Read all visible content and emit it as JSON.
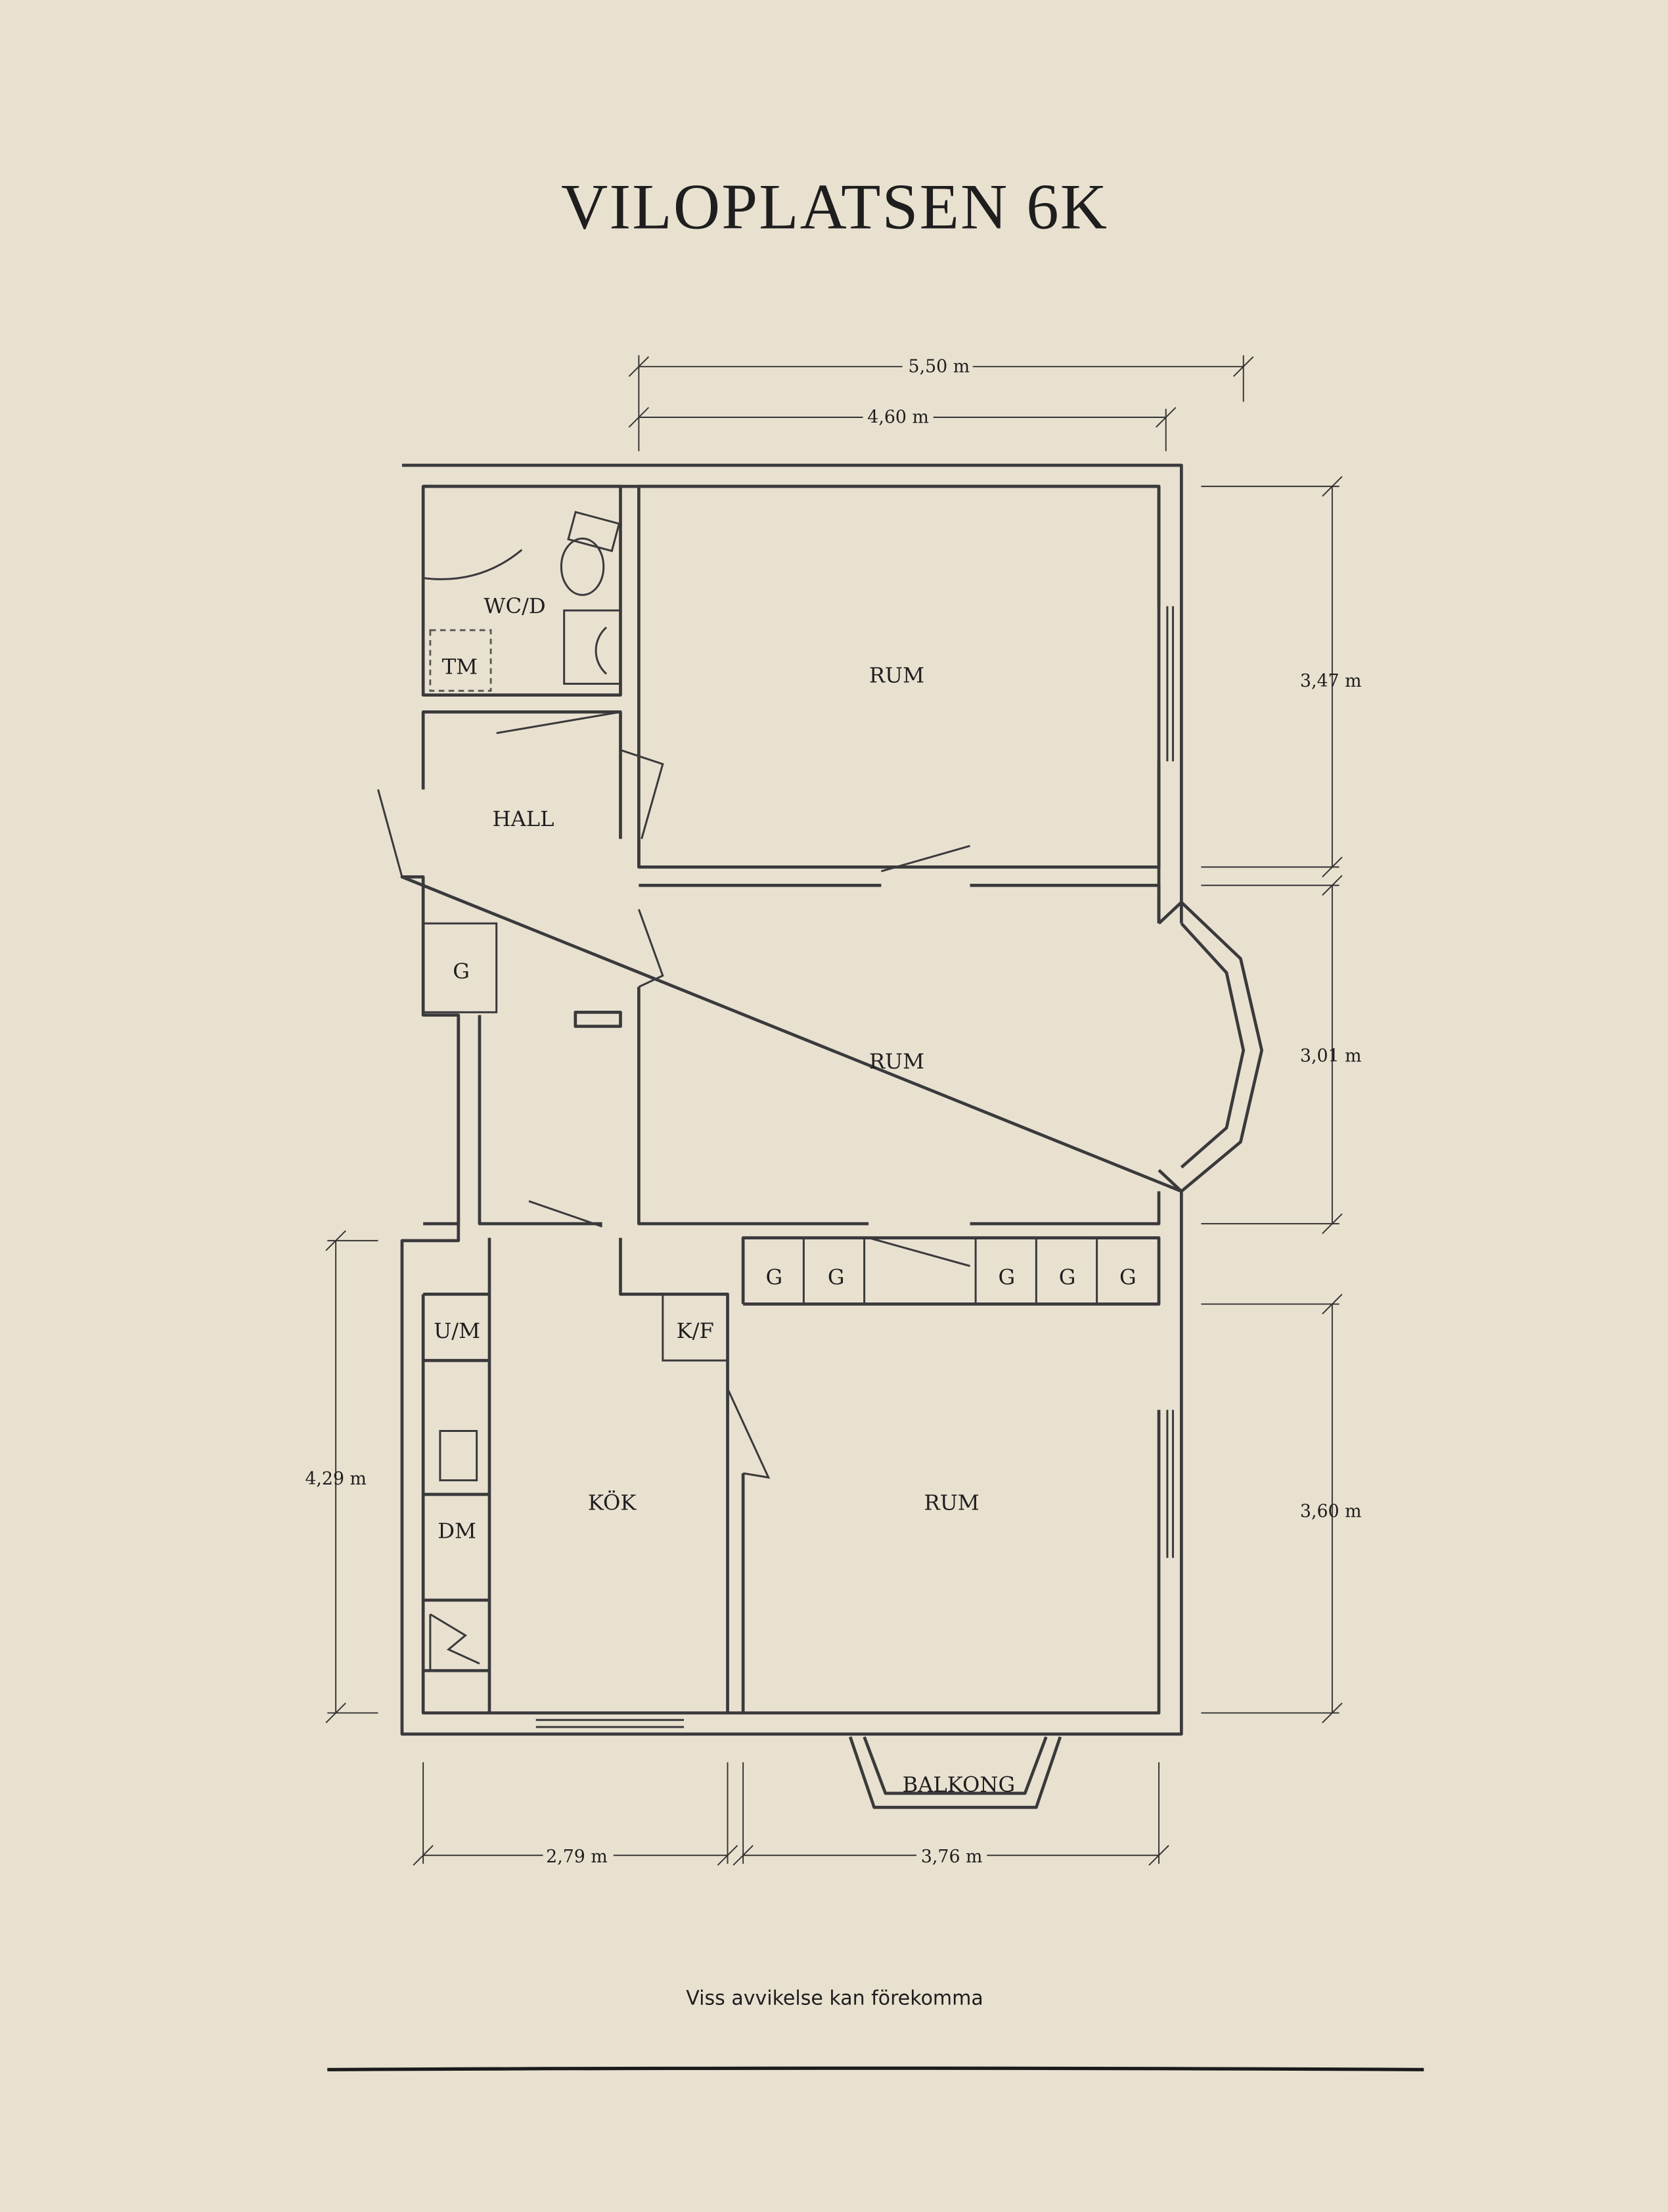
{
  "title": "VILOPLATSEN 6K",
  "rooms": {
    "wc": "WC/D",
    "tm": "TM",
    "hall": "HALL",
    "g_hall": "G",
    "rum_top": "RUM",
    "rum_mid": "RUM",
    "rum_bottom": "RUM",
    "kok": "KÖK",
    "kf": "K/F",
    "um": "U/M",
    "dm": "DM",
    "balkong": "BALKONG",
    "wardrobes": [
      "G",
      "G",
      "G",
      "G",
      "G"
    ]
  },
  "dimensions": {
    "top_outer": "5,50 m",
    "top_inner": "4,60 m",
    "right_top": "3,47 m",
    "right_mid": "3,01 m",
    "right_bottom": "3,60 m",
    "left": "4,29 m",
    "bottom_left": "2,79 m",
    "bottom_right": "3,76 m"
  },
  "note": "Viss avvikelse kan förekomma",
  "colors": {
    "background": "#E9E1D0",
    "ink": "#3a3a3c"
  }
}
